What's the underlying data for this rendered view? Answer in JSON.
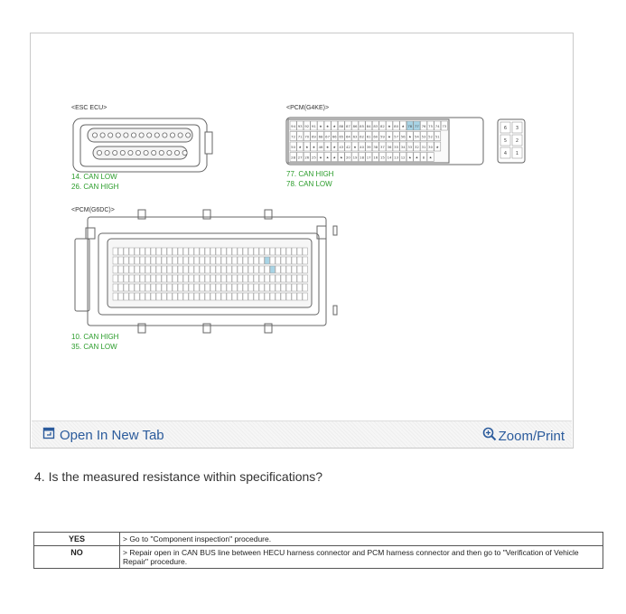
{
  "diagram": {
    "esc_title": "<ESC ECU>",
    "esc_pins": [
      "14. CAN LOW",
      "26. CAN HIGH"
    ],
    "g4ke_title": "<PCM(G4KE)>",
    "g4ke_pins": [
      "77. CAN HIGH",
      "78. CAN LOW"
    ],
    "g6dc_title": "<PCM(G6DC)>",
    "g6dc_pins": [
      "10. CAN HIGH",
      "35. CAN LOW"
    ],
    "g4ke_rows": [
      [
        "94",
        "93",
        "92",
        "91",
        "★",
        "★",
        "★",
        "88",
        "87",
        "86",
        "85",
        "84",
        "83",
        "82",
        "★",
        "80",
        "★",
        "78",
        "77",
        "76",
        "75",
        "74",
        "73"
      ],
      [
        "72",
        "71",
        "70",
        "69",
        "68",
        "67",
        "66",
        "65",
        "64",
        "63",
        "62",
        "61",
        "60",
        "59",
        "★",
        "57",
        "56",
        "★",
        "54",
        "53",
        "52",
        "51"
      ],
      [
        "50",
        "★",
        "★",
        "★",
        "46",
        "★",
        "★",
        "43",
        "42",
        "★",
        "40",
        "39",
        "38",
        "37",
        "36",
        "35",
        "34",
        "33",
        "32",
        "31",
        "30",
        "★"
      ],
      [
        "28",
        "27",
        "26",
        "25",
        "★",
        "★",
        "★",
        "★",
        "20",
        "19",
        "18",
        "17",
        "16",
        "15",
        "14",
        "13",
        "12",
        "★",
        "★",
        "8",
        "★"
      ]
    ],
    "g4ke_right_rows": [
      [
        "6",
        "3"
      ],
      [
        "5",
        "2"
      ],
      [
        "4",
        "1"
      ]
    ],
    "highlight_color": "#a8d4e6",
    "pin_green": "#2a9c2a"
  },
  "toolbar": {
    "open_label": "Open In New Tab",
    "open_icon": "open-tab-icon",
    "zoom_label": "Zoom/Print",
    "zoom_icon": "zoom-icon",
    "link_color": "#2b5b9c"
  },
  "question": "4. Is the measured resistance within specifications?",
  "answers": [
    {
      "key": "YES",
      "text": "> Go to \"Component inspection\" procedure."
    },
    {
      "key": "NO",
      "text": "> Repair open in CAN BUS line between HECU harness connector and PCM harness connector and then go to \"Verification of Vehicle Repair\" procedure."
    }
  ]
}
